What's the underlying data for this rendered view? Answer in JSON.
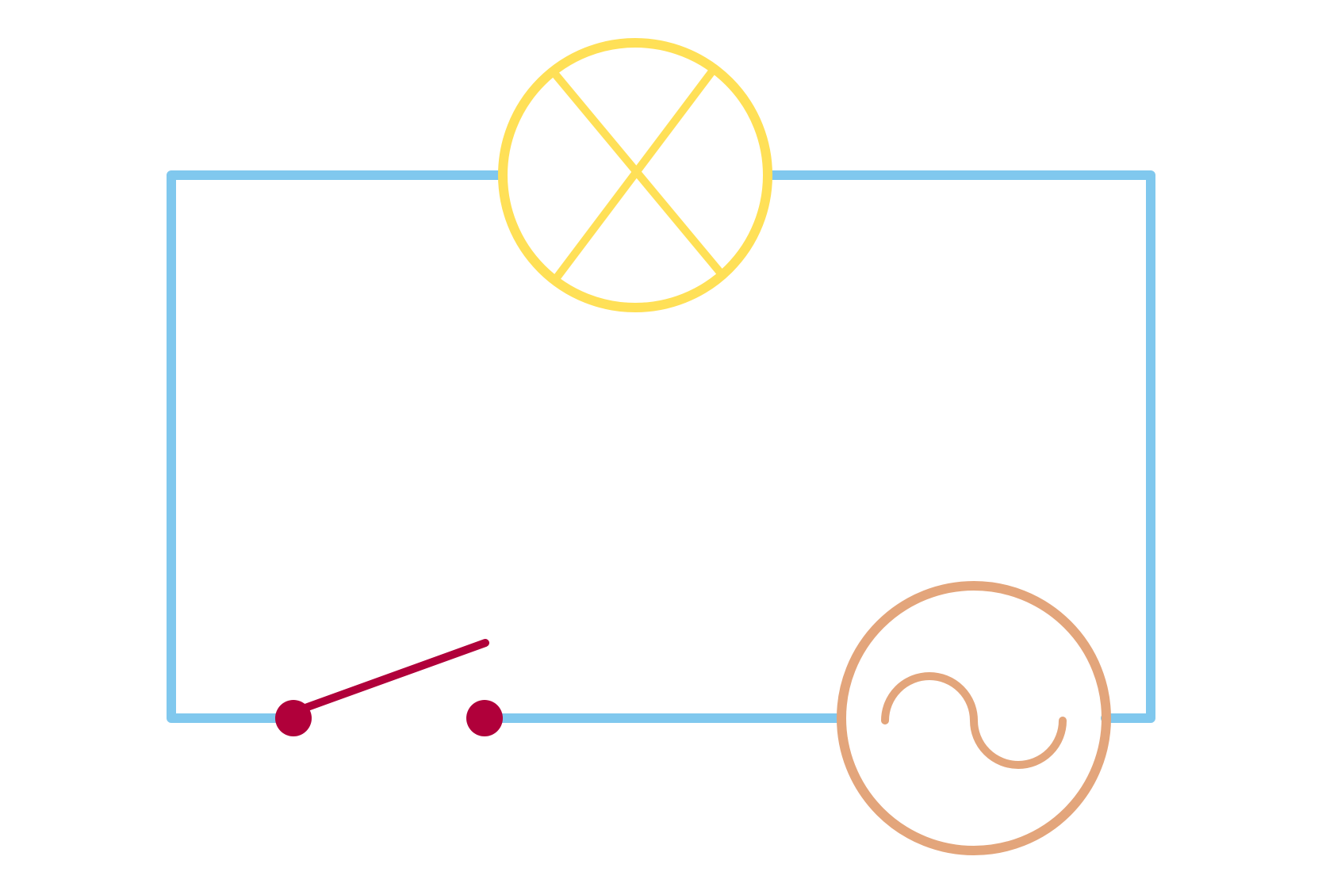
{
  "diagram": {
    "type": "circuit-schematic",
    "components": [
      {
        "name": "lamp",
        "symbol": "lamp-icon",
        "color": "#FFE057"
      },
      {
        "name": "switch",
        "symbol": "open-switch-icon",
        "state": "open",
        "color": "#B0003A"
      },
      {
        "name": "ac-source",
        "symbol": "ac-voltage-source-icon",
        "color": "#E3A57B"
      }
    ],
    "wire_color": "#80C8EE",
    "background": "#FFFFFF"
  }
}
